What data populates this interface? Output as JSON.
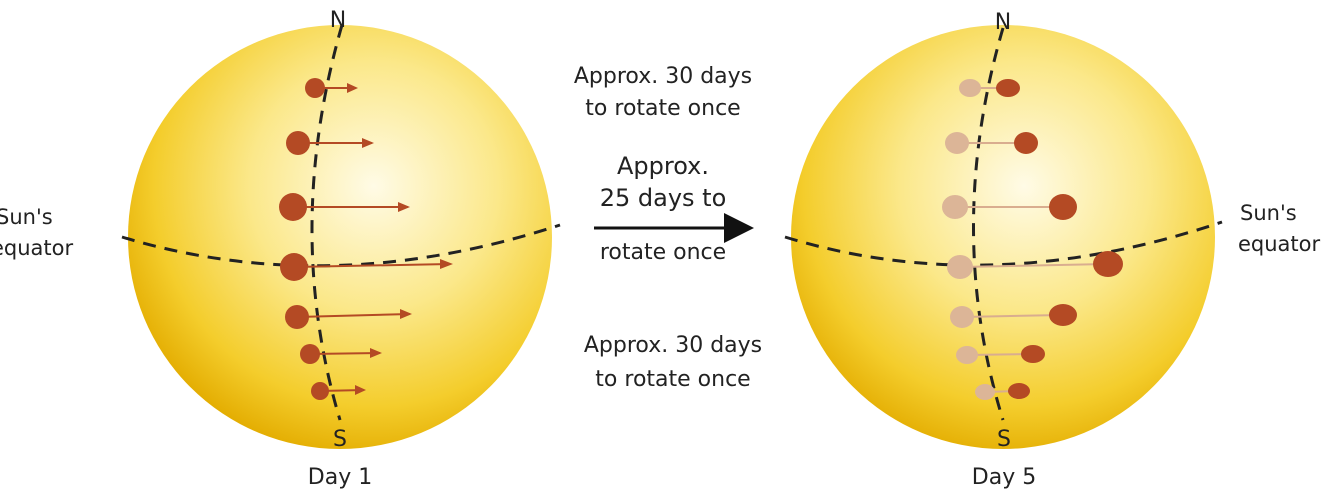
{
  "left_sphere": {
    "north": "N",
    "south": "S",
    "day": "Day 1",
    "equator_label": [
      "Sun's",
      "equator"
    ]
  },
  "right_sphere": {
    "north": "N",
    "south": "S",
    "day": "Day 5",
    "equator_label": [
      "Sun's",
      "equator"
    ]
  },
  "middle": {
    "top_text": [
      "Approx. 30 days",
      "to rotate once"
    ],
    "center_text": [
      "Approx.",
      "25 days to",
      "rotate once"
    ],
    "bottom_text": [
      "Approx. 30 days",
      "to rotate once"
    ]
  },
  "colors": {
    "sun_center": "#fff9dc",
    "sun_mid": "#f9df63",
    "sun_edge": "#e2a900",
    "spot": "#b44a24",
    "spot_faded": "#d9ad8f",
    "arrow": "#111111"
  }
}
